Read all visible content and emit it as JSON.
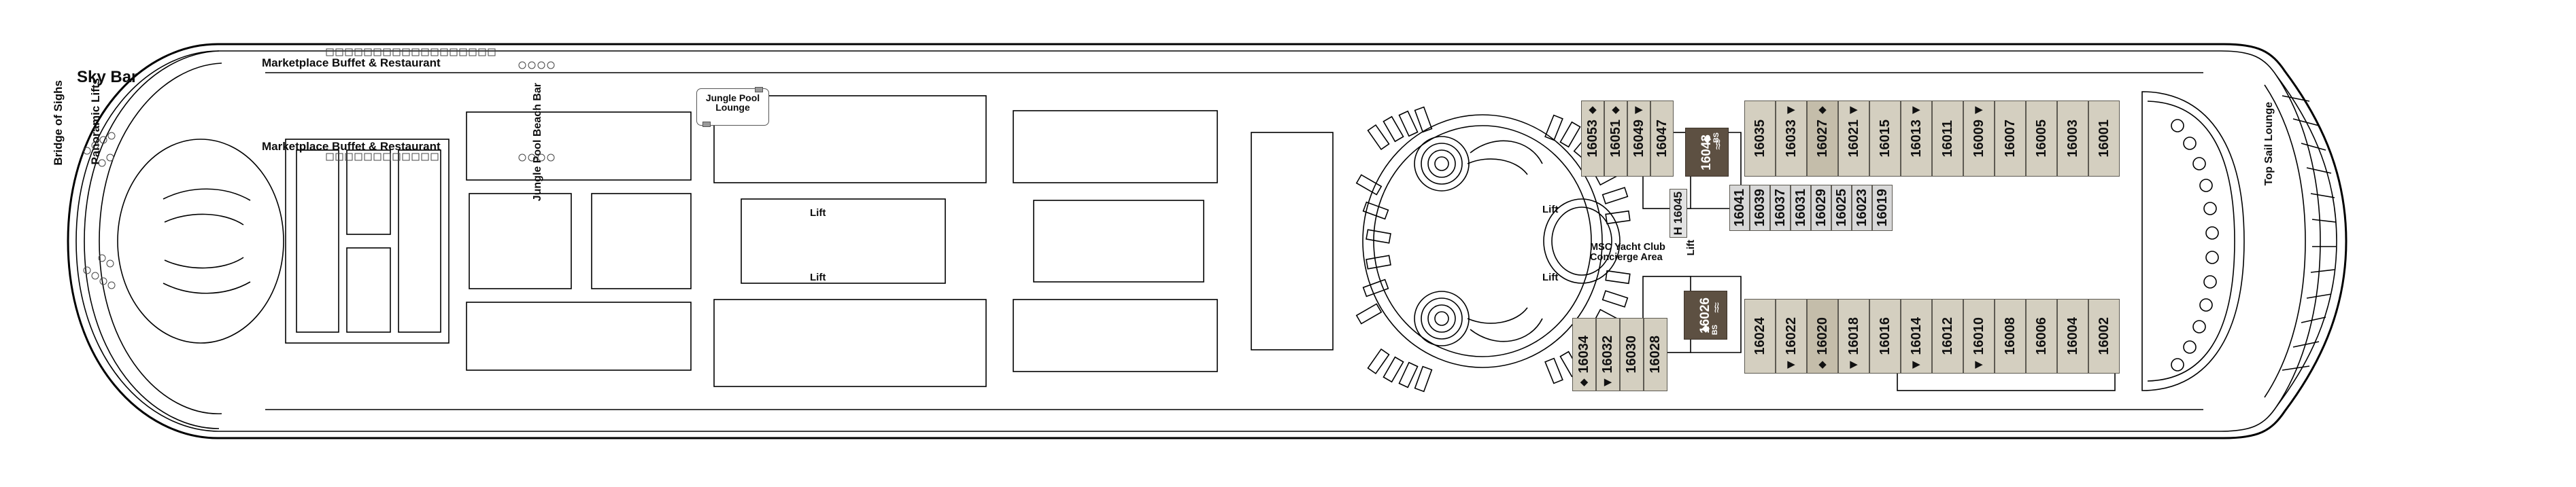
{
  "plan": {
    "title": "MSC Cruises Deck 16 Plan",
    "deck_level": "16",
    "orientation": "side-profile deck plan, bow left / stern right"
  },
  "colors": {
    "outline": "#000000",
    "cabin_beige": "#d4cfc0",
    "cabin_beige_dark": "#c4bdaa",
    "cabin_grey": "#d8d8d8",
    "cabin_light_grey": "#e2e2e2",
    "suite_brown": "#5d5042",
    "text": "#111111",
    "background": "#ffffff"
  },
  "venue_labels": [
    {
      "id": "sky-bar",
      "text": "Sky Bar",
      "orientation": "horizontal"
    },
    {
      "id": "bridge-of-sighs",
      "text": "Bridge of Sighs",
      "orientation": "vertical"
    },
    {
      "id": "panoramic-lifts",
      "text": "Panoramic Lifts",
      "orientation": "vertical"
    },
    {
      "id": "marketplace-top",
      "text": "Marketplace Buffet & Restaurant",
      "orientation": "horizontal"
    },
    {
      "id": "marketplace-bottom",
      "text": "Marketplace Buffet & Restaurant",
      "orientation": "horizontal"
    },
    {
      "id": "jungle-pool-beach-bar",
      "text": "Jungle Pool Beach Bar",
      "orientation": "vertical"
    },
    {
      "id": "jungle-pool-lounge",
      "text": "Jungle Pool Lounge",
      "orientation": "horizontal"
    },
    {
      "id": "msc-yacht-club",
      "text": "MSC Yacht Club Concierge Area",
      "orientation": "horizontal"
    },
    {
      "id": "top-sail-lounge",
      "text": "Top Sail Lounge",
      "orientation": "vertical"
    }
  ],
  "lift_labels": [
    {
      "id": "lift-mid-upper",
      "text": "Lift",
      "orientation": "horizontal"
    },
    {
      "id": "lift-mid-lower",
      "text": "Lift",
      "orientation": "horizontal"
    },
    {
      "id": "lift-aft-upper",
      "text": "Lift",
      "orientation": "horizontal"
    },
    {
      "id": "lift-aft-lower",
      "text": "Lift",
      "orientation": "horizontal"
    },
    {
      "id": "lift-yacht-club",
      "text": "Lift",
      "orientation": "vertical"
    }
  ],
  "legend_markers": {
    "diamond": "◆",
    "triangle": "▶",
    "balcony_suite_prefix": "BS",
    "accessible_prefix": "H",
    "whirlpool_glyph": "≋"
  },
  "cabins": {
    "outer_upper_row": [
      {
        "number": "16053",
        "marker": "diamond",
        "style": "beige"
      },
      {
        "number": "16051",
        "marker": "diamond",
        "style": "beige"
      },
      {
        "number": "16049",
        "marker": "triangle",
        "style": "beige"
      },
      {
        "number": "16047",
        "marker": "",
        "style": "beige"
      }
    ],
    "suite_upper": {
      "number": "16043",
      "prefix": "BS",
      "marker": "diamond",
      "style": "brown",
      "whirlpool": true
    },
    "accessible_upper": {
      "number": "16045",
      "prefix": "H",
      "style": "light_grey"
    },
    "inner_upper_row": [
      {
        "number": "16041",
        "marker": "",
        "style": "grey"
      },
      {
        "number": "16039",
        "marker": "",
        "style": "grey"
      },
      {
        "number": "16037",
        "marker": "",
        "style": "grey"
      },
      {
        "number": "16031",
        "marker": "",
        "style": "grey"
      },
      {
        "number": "16029",
        "marker": "",
        "style": "grey"
      },
      {
        "number": "16025",
        "marker": "",
        "style": "grey"
      },
      {
        "number": "16023",
        "marker": "",
        "style": "grey"
      },
      {
        "number": "16019",
        "marker": "",
        "style": "grey"
      }
    ],
    "outer_upper_row2": [
      {
        "number": "16035",
        "marker": "",
        "style": "beige"
      },
      {
        "number": "16033",
        "marker": "triangle",
        "style": "beige"
      },
      {
        "number": "16027",
        "marker": "diamond",
        "style": "beige_dark"
      },
      {
        "number": "16021",
        "marker": "triangle",
        "style": "beige"
      },
      {
        "number": "16015",
        "marker": "",
        "style": "beige"
      },
      {
        "number": "16013",
        "marker": "triangle",
        "style": "beige"
      },
      {
        "number": "16011",
        "marker": "",
        "style": "beige"
      },
      {
        "number": "16009",
        "marker": "triangle",
        "style": "beige"
      },
      {
        "number": "16007",
        "marker": "",
        "style": "beige"
      },
      {
        "number": "16005",
        "marker": "",
        "style": "beige"
      },
      {
        "number": "16003",
        "marker": "",
        "style": "beige"
      },
      {
        "number": "16001",
        "marker": "",
        "style": "beige"
      }
    ],
    "outer_lower_row": [
      {
        "number": "16034",
        "marker": "diamond",
        "style": "beige"
      },
      {
        "number": "16032",
        "marker": "triangle",
        "style": "beige"
      },
      {
        "number": "16030",
        "marker": "",
        "style": "beige"
      },
      {
        "number": "16028",
        "marker": "",
        "style": "beige"
      }
    ],
    "suite_lower": {
      "number": "16026",
      "prefix": "BS",
      "marker": "diamond",
      "style": "brown",
      "whirlpool": true
    },
    "outer_lower_row2": [
      {
        "number": "16024",
        "marker": "",
        "style": "beige"
      },
      {
        "number": "16022",
        "marker": "triangle",
        "style": "beige"
      },
      {
        "number": "16020",
        "marker": "diamond",
        "style": "beige_dark"
      },
      {
        "number": "16018",
        "marker": "triangle",
        "style": "beige"
      },
      {
        "number": "16016",
        "marker": "",
        "style": "beige"
      },
      {
        "number": "16014",
        "marker": "triangle",
        "style": "beige"
      },
      {
        "number": "16012",
        "marker": "",
        "style": "beige"
      },
      {
        "number": "16010",
        "marker": "triangle",
        "style": "beige"
      },
      {
        "number": "16008",
        "marker": "",
        "style": "beige"
      },
      {
        "number": "16006",
        "marker": "",
        "style": "beige"
      },
      {
        "number": "16004",
        "marker": "",
        "style": "beige"
      },
      {
        "number": "16002",
        "marker": "",
        "style": "beige"
      }
    ]
  }
}
